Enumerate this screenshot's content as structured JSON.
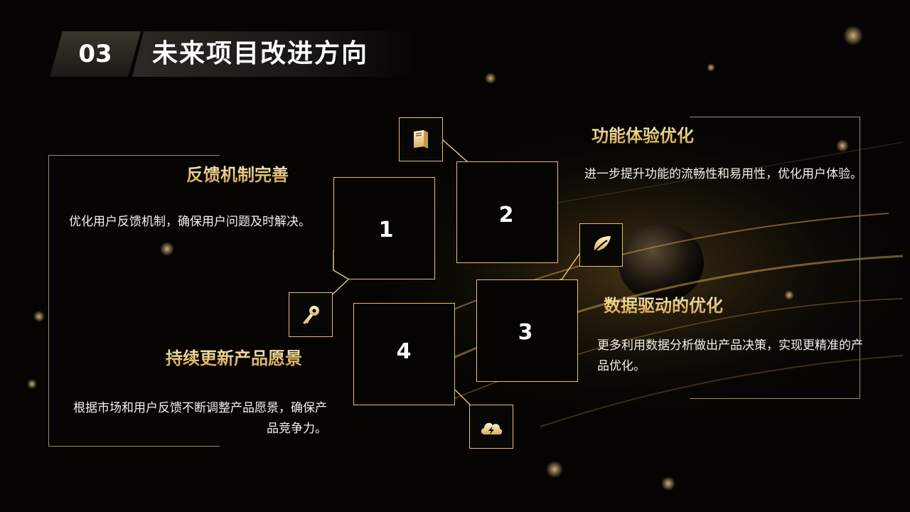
{
  "header": {
    "number": "03",
    "title": "未来项目改进方向"
  },
  "items": [
    {
      "number": "1",
      "title": "反馈机制完善",
      "desc": "优化用户反馈机制，确保用户问题及时解决。",
      "icon": "key-icon"
    },
    {
      "number": "2",
      "title": "功能体验优化",
      "desc": "进一步提升功能的流畅性和易用性，优化用户体验。",
      "icon": "book-icon"
    },
    {
      "number": "3",
      "title": "数据驱动的优化",
      "desc": "更多利用数据分析做出产品决策，实现更精准的产品优化。",
      "icon": "leaf-icon"
    },
    {
      "number": "4",
      "title": "持续更新产品愿景",
      "desc": "根据市场和用户反馈不断调整产品愿景，确保产品竞争力。",
      "icon": "cloud-lightning-icon"
    }
  ],
  "colors": {
    "gold": "#e3c16f",
    "background": "#050403",
    "frame": "#9a8a68"
  }
}
